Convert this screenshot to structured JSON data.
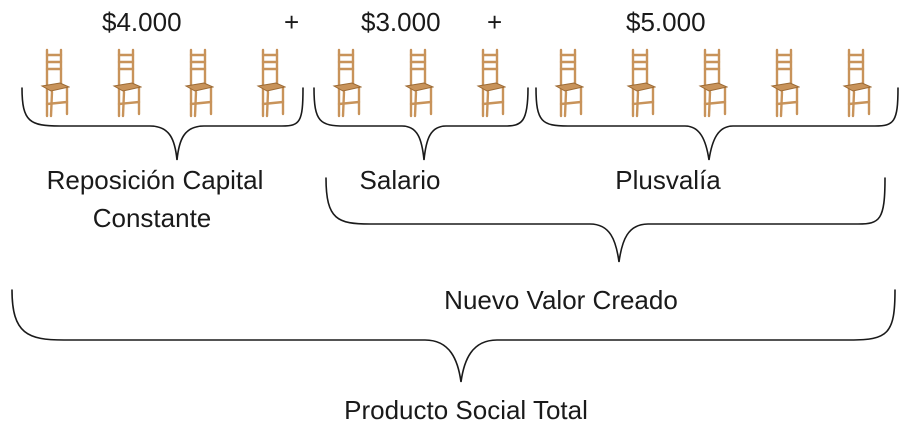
{
  "prices": [
    "$4.000",
    "$3.000",
    "$5.000"
  ],
  "operators": [
    "+",
    "+"
  ],
  "labels": {
    "reposicion_line1": "Reposición Capital",
    "reposicion_line2": "Constante",
    "salario": "Salario",
    "plusvalia": "Plusvalía",
    "nuevo_valor": "Nuevo Valor Creado",
    "producto_total": "Producto Social Total"
  },
  "chairs": {
    "reposicion_count": 4,
    "salario_count": 3,
    "plusvalia_count": 5,
    "icon": "chair-icon",
    "color": "#c8935a"
  },
  "colors": {
    "text": "#1a1a1a",
    "brace": "#1a1a1a"
  }
}
